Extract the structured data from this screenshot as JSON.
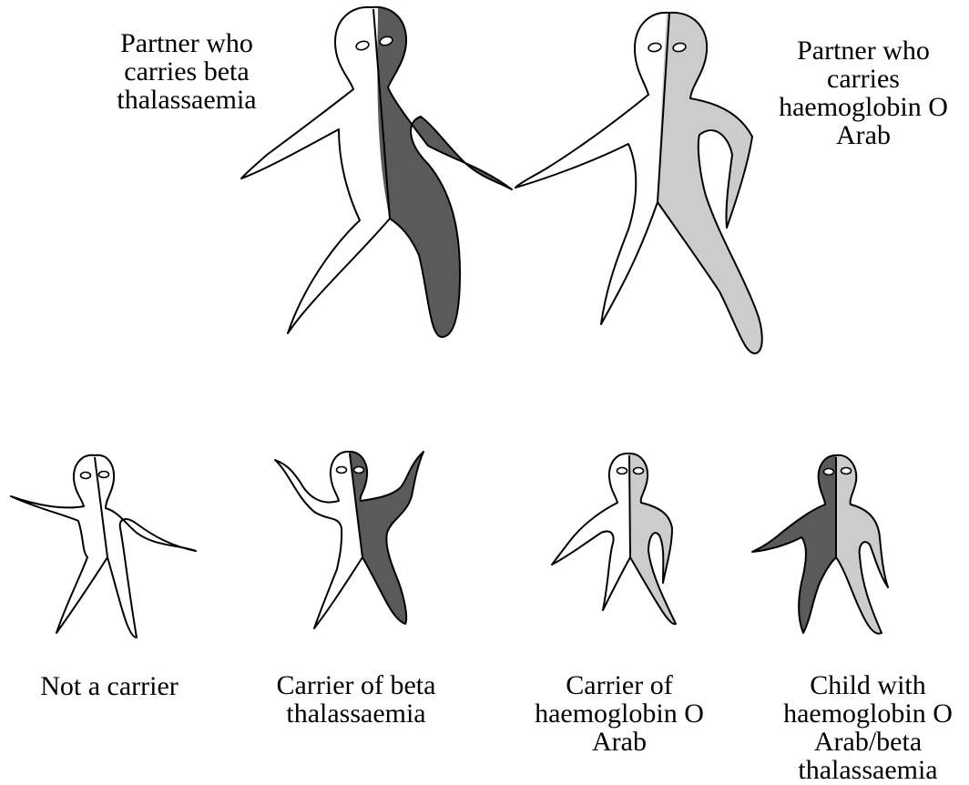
{
  "colors": {
    "white_half": "#ffffff",
    "beta_thalassaemia": "#5a5a5a",
    "haemoglobin_o_arab": "#cccccc",
    "outline": "#000000"
  },
  "parents": [
    {
      "lines": [
        "Partner who",
        "carries beta",
        "thalassaemia"
      ],
      "left_half": "white_half",
      "right_half": "beta_thalassaemia"
    },
    {
      "lines": [
        "Partner who",
        "carries",
        "haemoglobin O",
        "Arab"
      ],
      "left_half": "white_half",
      "right_half": "haemoglobin_o_arab"
    }
  ],
  "children": [
    {
      "lines": [
        "Not a carrier"
      ],
      "left_half": "white_half",
      "right_half": "white_half"
    },
    {
      "lines": [
        "Carrier of beta",
        "thalassaemia"
      ],
      "left_half": "white_half",
      "right_half": "beta_thalassaemia"
    },
    {
      "lines": [
        "Carrier of",
        "haemoglobin O",
        "Arab"
      ],
      "left_half": "white_half",
      "right_half": "haemoglobin_o_arab"
    },
    {
      "lines": [
        "Child with",
        "haemoglobin O",
        "Arab/beta",
        "thalassaemia"
      ],
      "left_half": "beta_thalassaemia",
      "right_half": "haemoglobin_o_arab"
    }
  ]
}
